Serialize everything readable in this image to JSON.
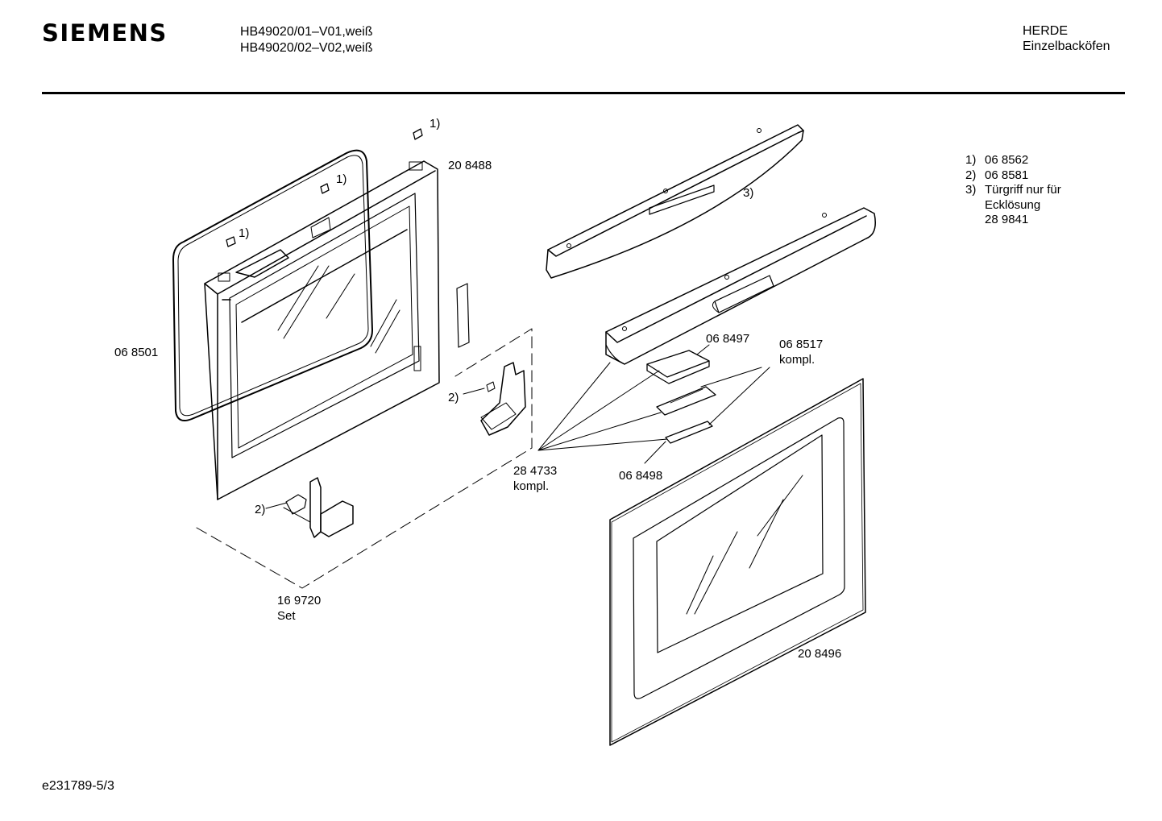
{
  "header": {
    "brand": "SIEMENS",
    "models": [
      "HB49020/01–V01,weiß",
      "HB49020/02–V02,weiß"
    ],
    "category": [
      "HERDE",
      "Einzelbacköfen"
    ]
  },
  "legend": {
    "items": [
      {
        "num": "1)",
        "text": "06 8562"
      },
      {
        "num": "2)",
        "text": "06 8581"
      },
      {
        "num": "3)",
        "text": "Türgriff nur für"
      }
    ],
    "continuation": [
      "Ecklösung",
      "28 9841"
    ]
  },
  "callouts": {
    "door_frame": "20 8488",
    "seal": "06 8501",
    "handle_strip": "06 8497",
    "hinge_assembly_line1": "06 8517",
    "hinge_assembly_line2": "kompl.",
    "cover_set_line1": "28 4733",
    "cover_set_line2": "kompl.",
    "cover_small": "06 8498",
    "hinge_set_line1": "16 9720",
    "hinge_set_line2": "Set",
    "outer_glass": "20 8496",
    "ref1_top": "1)",
    "ref1_mid": "1)",
    "ref1_left": "1)",
    "ref2_right": "2)",
    "ref2_left": "2)",
    "ref3": "3)"
  },
  "footer": {
    "code": "e231789-5/3"
  }
}
